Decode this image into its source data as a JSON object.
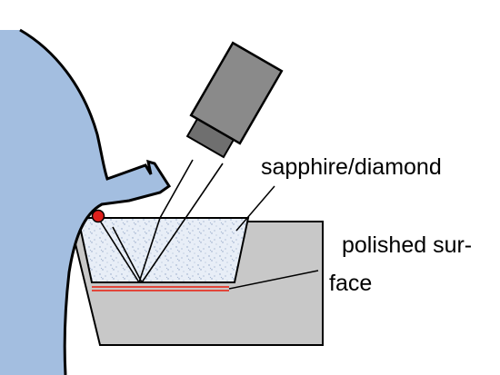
{
  "labels": {
    "sapphire_diamond": "sapphire/diamond",
    "polished_line1": "polished sur-",
    "polished_line2": "face"
  },
  "colors": {
    "workpiece_blue": "#a3bee0",
    "block_gray": "#c8c8c8",
    "crystal_fill": "#e8eef7",
    "crystal_speckle": "#8fa3c4",
    "surface_red": "#e2463a",
    "contact_point": "#e0201c",
    "camera_body": "#8a8a8a",
    "camera_dark": "#6f6f6f",
    "outline": "#000000"
  },
  "icons": {
    "camera": "camera-icon",
    "contact_point": "contact-point-icon"
  }
}
